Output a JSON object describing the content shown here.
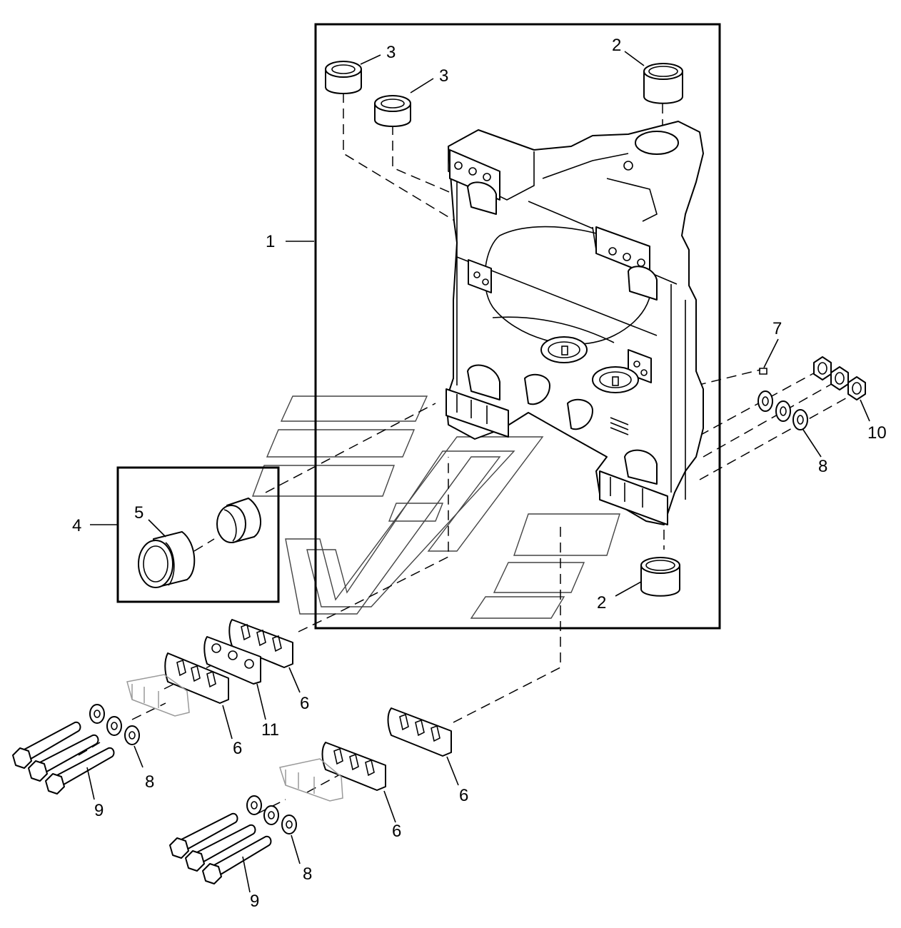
{
  "diagram": {
    "callouts": [
      {
        "id": "1",
        "text": "1"
      },
      {
        "id": "2a",
        "text": "2"
      },
      {
        "id": "2b",
        "text": "2"
      },
      {
        "id": "3a",
        "text": "3"
      },
      {
        "id": "3b",
        "text": "3"
      },
      {
        "id": "4",
        "text": "4"
      },
      {
        "id": "5",
        "text": "5"
      },
      {
        "id": "6a",
        "text": "6"
      },
      {
        "id": "6b",
        "text": "6"
      },
      {
        "id": "6c",
        "text": "6"
      },
      {
        "id": "6d",
        "text": "6"
      },
      {
        "id": "7",
        "text": "7"
      },
      {
        "id": "8a",
        "text": "8"
      },
      {
        "id": "8b",
        "text": "8"
      },
      {
        "id": "8c",
        "text": "8"
      },
      {
        "id": "9a",
        "text": "9"
      },
      {
        "id": "9b",
        "text": "9"
      },
      {
        "id": "10",
        "text": "10"
      },
      {
        "id": "11",
        "text": "11"
      }
    ]
  }
}
